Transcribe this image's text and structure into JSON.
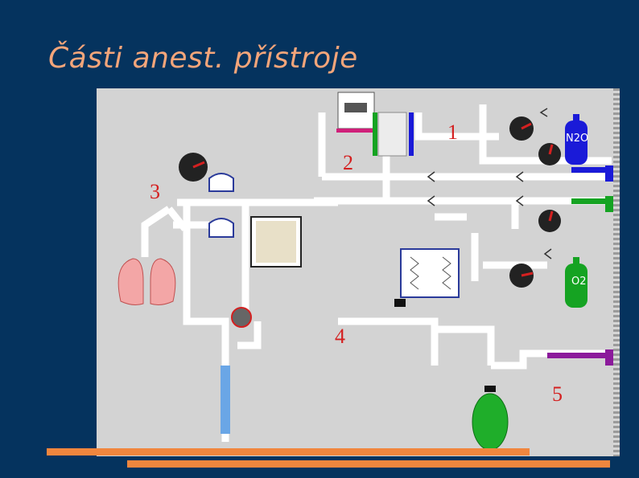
{
  "title": "Části anest. přístroje",
  "labels": {
    "l1": "1",
    "l2": "2",
    "l3": "3",
    "l4": "4",
    "l5": "5"
  },
  "cylinders": {
    "n2o": "N2O",
    "o2": "O2"
  },
  "colors": {
    "background": "#05335e",
    "accent_orange": "#f0863e",
    "title": "#f4a57a",
    "label_red": "#d42020",
    "n2o_blue": "#1a1ad8",
    "o2_green": "#15a322",
    "purple": "#8b1a9b",
    "lung_pink": "#f3a6a6",
    "bag_green": "#1fae2a",
    "bellows_blue": "#6aa6e6"
  },
  "icons": [
    "pressure-gauge-icon",
    "gas-cylinder-icon",
    "lungs-icon",
    "reservoir-bag-icon",
    "bellows-icon",
    "valve-icon"
  ]
}
